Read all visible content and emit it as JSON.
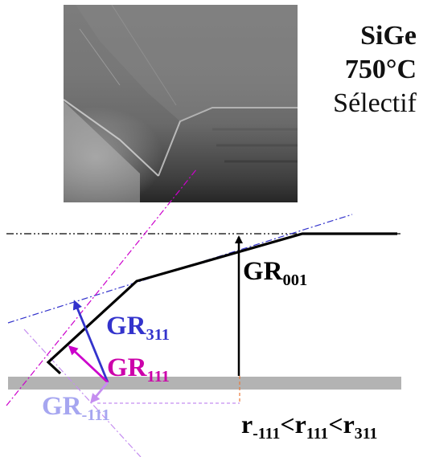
{
  "title": {
    "material": "SiGe",
    "temperature": "750°C",
    "mode": "Sélectif"
  },
  "labels": {
    "gr001": {
      "main": "GR",
      "sub": "001",
      "color": "#000000"
    },
    "gr311": {
      "main": "GR",
      "sub": "311",
      "color": "#3333cc"
    },
    "gr111": {
      "main": "GR",
      "sub": "111",
      "color": "#cc00aa"
    },
    "grm111": {
      "main": "GR",
      "sub": "-111",
      "color": "#a6a6f0"
    }
  },
  "relation": {
    "r1": "r",
    "s1": "-111",
    "lt1": "<",
    "r2": "r",
    "s2": "111",
    "lt2": "<",
    "r3": "r",
    "s3": "311"
  },
  "colors": {
    "profile": "#000000",
    "facet311": "#3333cc",
    "facet111": "#cc00cc",
    "facetm111": "#c58ef0",
    "substrate": "#b3b3b3",
    "dashed": "#e87a3a"
  }
}
